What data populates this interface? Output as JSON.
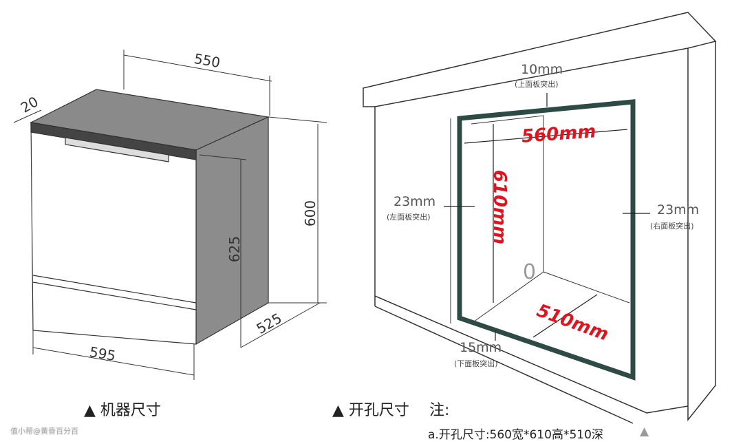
{
  "machine": {
    "dims": {
      "width": "550",
      "depth_offset": "20",
      "height": "600",
      "height_total": "625",
      "depth": "525",
      "front_width": "595"
    },
    "caption": "▲ 机器尺寸"
  },
  "cutout": {
    "top": {
      "value": "10mm",
      "note": "(上面板突出)"
    },
    "left": {
      "value": "23mm",
      "note": "(左面板突出)"
    },
    "right": {
      "value": "23mm",
      "note": "(右面板突出)"
    },
    "bottom": {
      "value": "15mm",
      "note": "(下面板突出)"
    },
    "width": "560mm",
    "height": "610mm",
    "depth": "510mm",
    "zero_mark": "0",
    "caption": "▲ 开孔尺寸",
    "note_label": "注:",
    "note_text": "a.开孔尺寸:560宽*610高*510深",
    "note_marker": "▲"
  },
  "watermark": "值小帮@黄昏百分百",
  "colors": {
    "frame": "#2d4a45",
    "accent_red": "#e0141e",
    "side_gray": "#8c8c8c"
  }
}
